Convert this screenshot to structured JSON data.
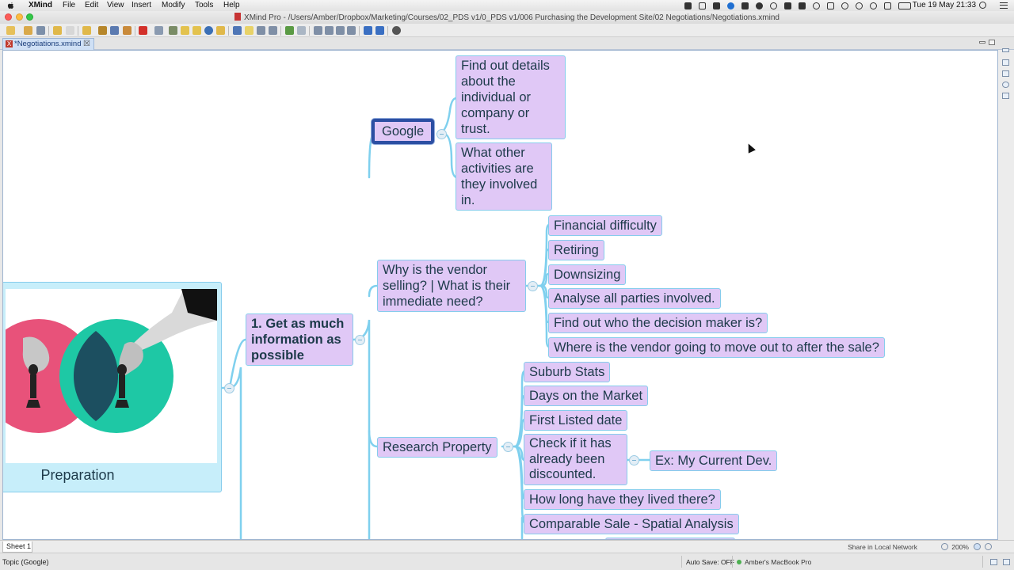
{
  "menubar": {
    "app_name": "XMind",
    "items": [
      "File",
      "Edit",
      "View",
      "Insert",
      "Modify",
      "Tools",
      "Help"
    ],
    "clock": "Tue 19 May  21:33"
  },
  "window": {
    "title": "XMind Pro - /Users/Amber/Dropbox/Marketing/Courses/02_PDS v1/0_PDS v1/006 Purchasing the Development Site/02 Negotiations/Negotiations.xmind"
  },
  "tab": {
    "label": "*Negotiations.xmind",
    "close": "☒"
  },
  "map": {
    "central": {
      "label": "Preparation"
    },
    "main_topic": {
      "label": "1. Get as much information as possible"
    },
    "subtopics": {
      "google": {
        "label": "Google",
        "children": [
          "Find out details about the individual or company or trust.",
          "What other activities are they involved in."
        ]
      },
      "vendor": {
        "label": "Why is the vendor selling? | What is their immediate need?",
        "children": [
          "Financial difficulty",
          "Retiring",
          "Downsizing",
          "Analyse all parties involved.",
          "Find out who the decision maker is?",
          "Where is the vendor going to move out to after the sale?"
        ]
      },
      "property": {
        "label": "Research Property",
        "children": [
          "Suburb Stats",
          "Days on the Market",
          "First Listed date",
          "Check if it has already been discounted.",
          "How long have they lived there?",
          "Comparable Sale - Spatial Analysis"
        ],
        "grandchild": "Ex: My Current Dev."
      }
    }
  },
  "sheetbar": {
    "sheet": "Sheet 1",
    "share": "Share in Local Network",
    "zoom": "200%"
  },
  "statusbar": {
    "status": "Topic (Google)",
    "autosave": "Auto Save: OFF",
    "device": "Amber's MacBook Pro"
  },
  "colors": {
    "topic_fill": "#e0c8f6",
    "topic_border": "#86ccec",
    "branch_line": "#7fd0ee",
    "selected_border": "#2c4fa3",
    "central_fill": "#c7eefa"
  }
}
